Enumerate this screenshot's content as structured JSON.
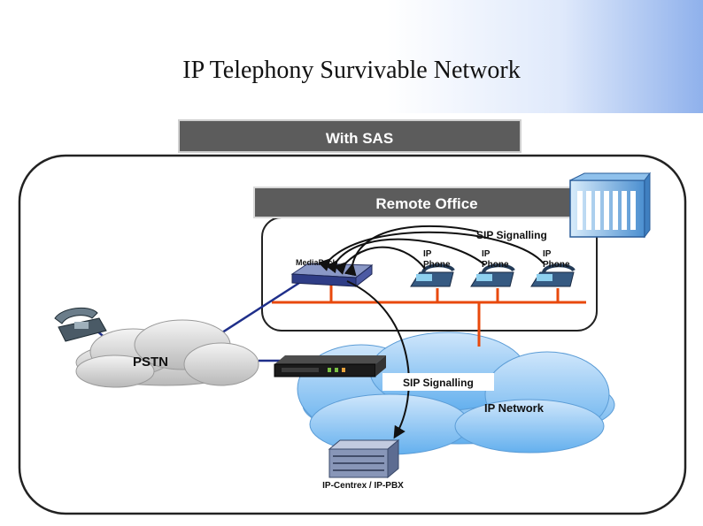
{
  "slide": {
    "title": "IP Telephony Survivable Network"
  },
  "diagram": {
    "banner_label": "With SAS",
    "office_label": "Remote Office",
    "sip_top_label": "SIP Signalling",
    "sip_bottom_label": "SIP Signalling",
    "media_label": "MediaPack",
    "phone_label_line1": "IP",
    "phone_label_line2": "Phone",
    "pstn_label": "PSTN",
    "ip_network_label": "IP Network",
    "pbx_label": "IP-Centrex / IP-PBX"
  }
}
